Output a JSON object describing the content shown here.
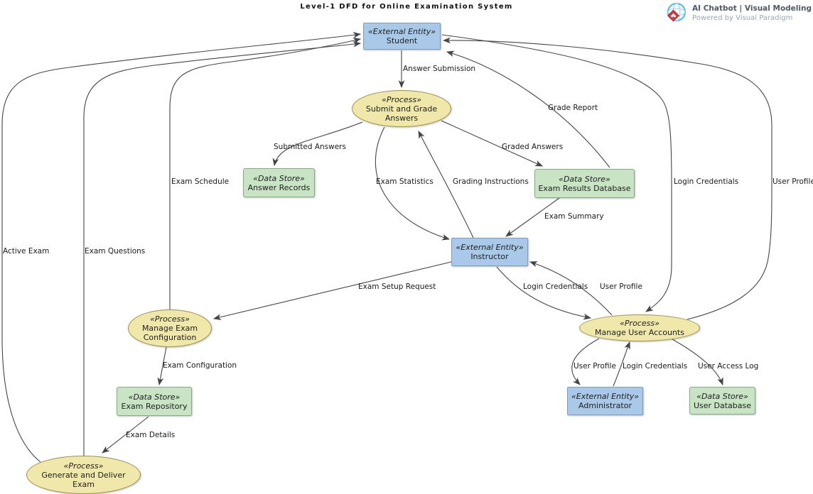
{
  "title": "Level-1 DFD for Online Examination System",
  "branding": {
    "line1": "AI Chatbot | Visual Modeling",
    "line2": "Powered by Visual Paradigm"
  },
  "colors": {
    "external_entity_fill": "#aac8e8",
    "external_entity_border": "#7d9dbf",
    "process_fill": "#f0e8ab",
    "process_border": "#9d9350",
    "data_store_fill": "#c9e4c5",
    "data_store_border": "#86a885",
    "edge": "#454545"
  },
  "nodes": {
    "student": {
      "stereotype": "«External Entity»",
      "label": "Student",
      "kind": "external-entity"
    },
    "submit_and_grade_answers": {
      "stereotype": "«Process»",
      "label": "Submit and Grade Answers",
      "kind": "process"
    },
    "answer_records": {
      "stereotype": "«Data Store»",
      "label": "Answer Records",
      "kind": "data-store"
    },
    "exam_results_database": {
      "stereotype": "«Data Store»",
      "label": "Exam Results Database",
      "kind": "data-store"
    },
    "instructor": {
      "stereotype": "«External Entity»",
      "label": "Instructor",
      "kind": "external-entity"
    },
    "manage_exam_configuration": {
      "stereotype": "«Process»",
      "label": "Manage Exam Configuration",
      "kind": "process"
    },
    "manage_user_accounts": {
      "stereotype": "«Process»",
      "label": "Manage User Accounts",
      "kind": "process"
    },
    "administrator": {
      "stereotype": "«External Entity»",
      "label": "Administrator",
      "kind": "external-entity"
    },
    "user_database": {
      "stereotype": "«Data Store»",
      "label": "User Database",
      "kind": "data-store"
    },
    "exam_repository": {
      "stereotype": "«Data Store»",
      "label": "Exam Repository",
      "kind": "data-store"
    },
    "generate_and_deliver_exam": {
      "stereotype": "«Process»",
      "label": "Generate and Deliver Exam",
      "kind": "process"
    }
  },
  "flows": {
    "answer_submission": {
      "label": "Answer Submission",
      "from": "Student",
      "to": "Submit and Grade Answers"
    },
    "grade_report": {
      "label": "Grade Report",
      "from": "Exam Results Database",
      "to": "Student"
    },
    "submitted_answers": {
      "label": "Submitted Answers",
      "from": "Submit and Grade Answers",
      "to": "Answer Records"
    },
    "graded_answers": {
      "label": "Graded Answers",
      "from": "Submit and Grade Answers",
      "to": "Exam Results Database"
    },
    "exam_statistics": {
      "label": "Exam Statistics",
      "from": "Submit and Grade Answers",
      "to": "Instructor"
    },
    "grading_instructions": {
      "label": "Grading Instructions",
      "from": "Instructor",
      "to": "Submit and Grade Answers"
    },
    "exam_summary": {
      "label": "Exam Summary",
      "from": "Exam Results Database",
      "to": "Instructor"
    },
    "exam_schedule": {
      "label": "Exam Schedule",
      "from": "Manage Exam Configuration",
      "to": "Student"
    },
    "active_exam": {
      "label": "Active Exam",
      "from": "Generate and Deliver Exam",
      "to": "Student"
    },
    "exam_questions": {
      "label": "Exam Questions",
      "from": "Generate and Deliver Exam",
      "to": "Student"
    },
    "login_credentials_student": {
      "label": "Login Credentials",
      "from": "Student",
      "to": "Manage User Accounts"
    },
    "user_profile_student": {
      "label": "User Profile",
      "from": "Manage User Accounts",
      "to": "Student"
    },
    "exam_setup_request": {
      "label": "Exam Setup Request",
      "from": "Instructor",
      "to": "Manage Exam Configuration"
    },
    "login_credentials_instructor": {
      "label": "Login Credentials",
      "from": "Instructor",
      "to": "Manage User Accounts"
    },
    "user_profile_instructor": {
      "label": "User Profile",
      "from": "Manage User Accounts",
      "to": "Instructor"
    },
    "exam_configuration": {
      "label": "Exam Configuration",
      "from": "Manage Exam Configuration",
      "to": "Exam Repository"
    },
    "user_profile_admin": {
      "label": "User Profile",
      "from": "Manage User Accounts",
      "to": "Administrator"
    },
    "login_credentials_admin": {
      "label": "Login Credentials",
      "from": "Administrator",
      "to": "Manage User Accounts"
    },
    "user_access_log": {
      "label": "User Access Log",
      "from": "Manage User Accounts",
      "to": "User Database"
    },
    "exam_details": {
      "label": "Exam Details",
      "from": "Exam Repository",
      "to": "Generate and Deliver Exam"
    }
  }
}
